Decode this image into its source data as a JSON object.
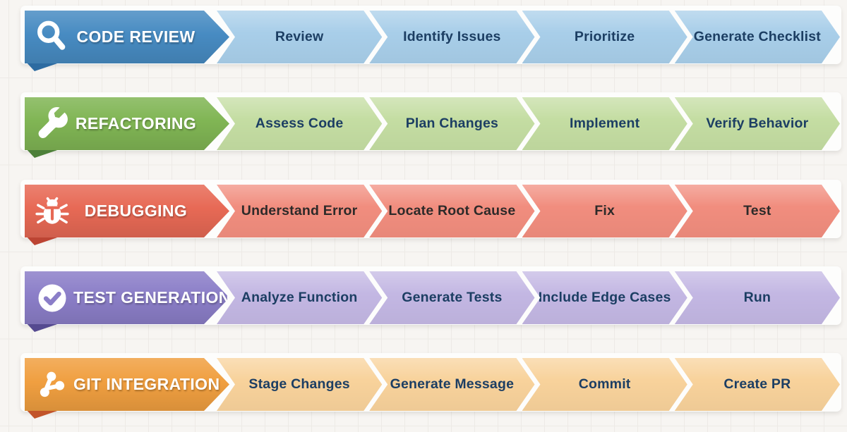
{
  "page": {
    "background": "#f7f5f2",
    "title_color": "#ffffff"
  },
  "rows": [
    {
      "title": "CODE REVIEW",
      "icon": "magnifier-icon",
      "steps": [
        "Review",
        "Identify Issues",
        "Prioritize",
        "Generate Checklist"
      ],
      "colors": {
        "header": "#478bc2",
        "fold": "#2d6ba1",
        "segment": "#a8cee9",
        "step_text": "#1c3e63"
      }
    },
    {
      "title": "REFACTORING",
      "icon": "wrench-icon",
      "steps": [
        "Assess Code",
        "Plan Changes",
        "Implement",
        "Verify Behavior"
      ],
      "colors": {
        "header": "#80b554",
        "fold": "#4d8039",
        "segment": "#c4dda2",
        "step_text": "#1c3e63"
      }
    },
    {
      "title": "DEBUGGING",
      "icon": "bug-icon",
      "steps": [
        "Understand Error",
        "Locate Root Cause",
        "Fix",
        "Test"
      ],
      "colors": {
        "header": "#e76955",
        "fold": "#bc4433",
        "segment": "#f18d7e",
        "step_text": "#2d2a29"
      }
    },
    {
      "title": "TEST GENERATION",
      "icon": "check-circle-icon",
      "steps": [
        "Analyze Function",
        "Generate Tests",
        "Include Edge Cases",
        "Run"
      ],
      "colors": {
        "header": "#8b7ec8",
        "fold": "#554a90",
        "segment": "#c3b7e3",
        "step_text": "#1c3e63"
      }
    },
    {
      "title": "GIT INTEGRATION",
      "icon": "git-branch-icon",
      "steps": [
        "Stage Changes",
        "Generate Message",
        "Commit",
        "Create PR"
      ],
      "colors": {
        "header": "#f09f40",
        "fold": "#c2542a",
        "segment": "#f8d29b",
        "step_text": "#1c3e63"
      }
    }
  ]
}
